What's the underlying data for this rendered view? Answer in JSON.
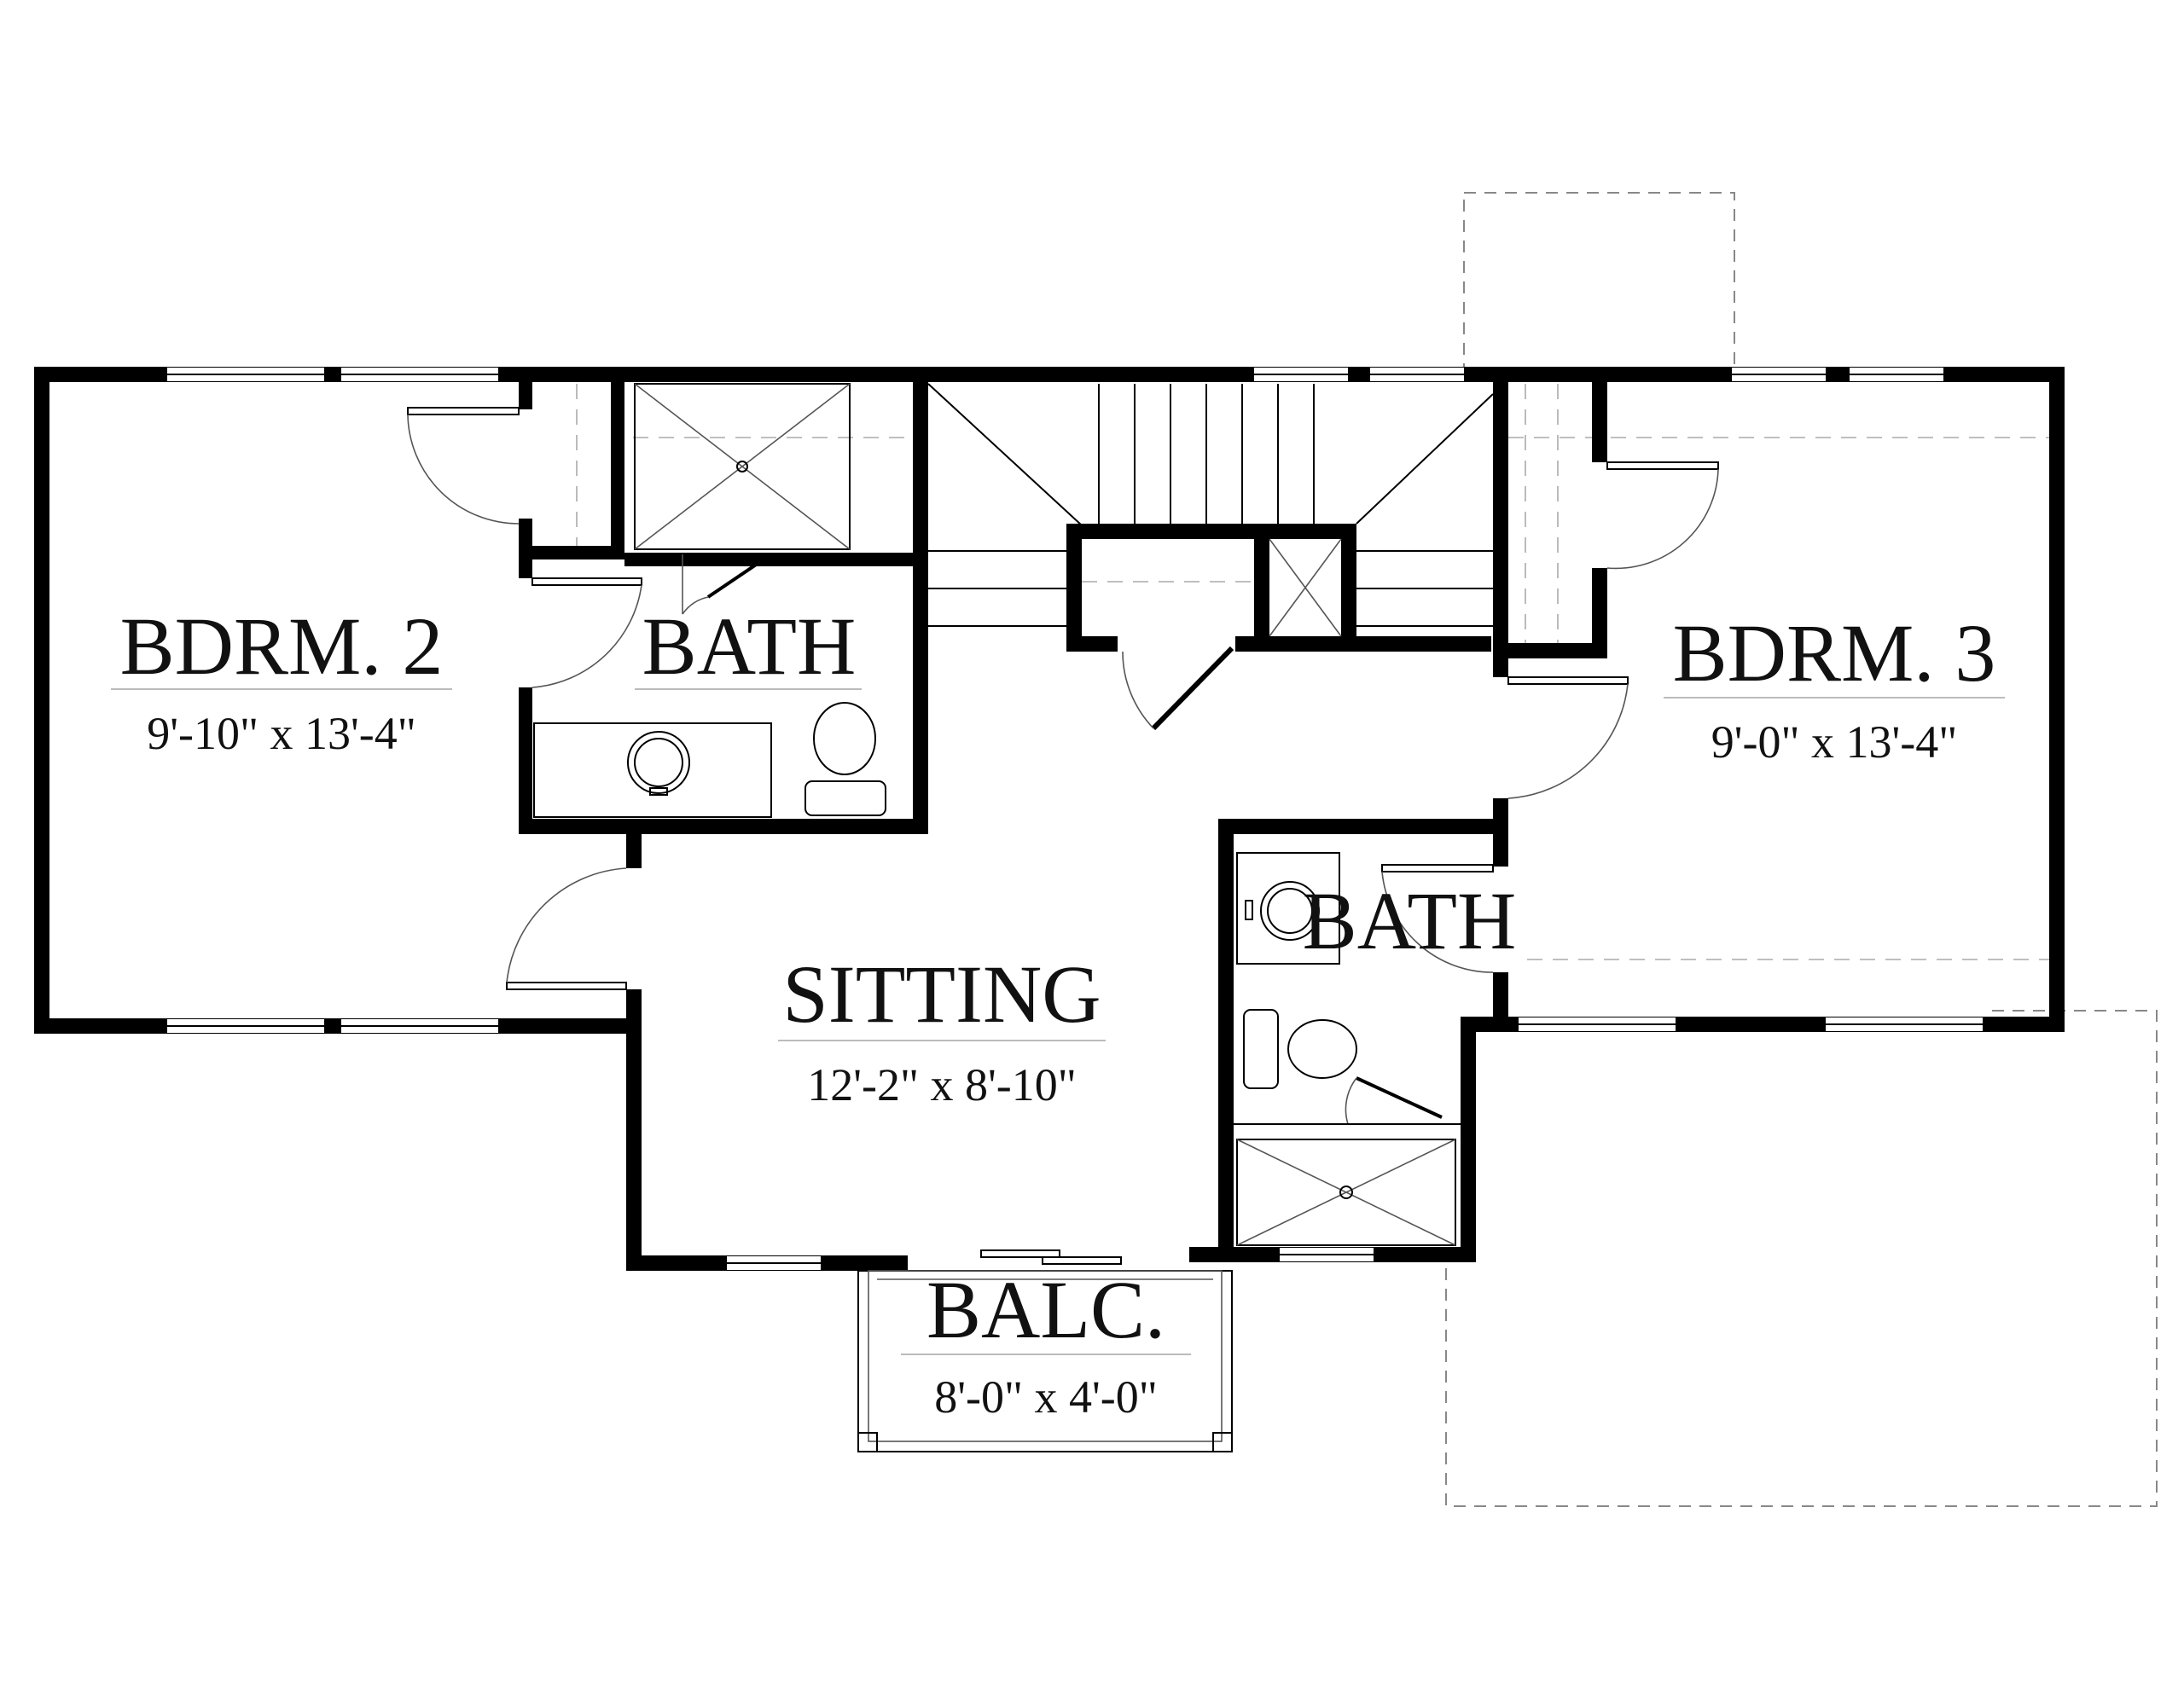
{
  "rooms": {
    "bdrm2": {
      "name": "BDRM. 2",
      "dims": "9'-10\" x 13'-4\""
    },
    "bath_left": {
      "name": "BATH"
    },
    "bdrm3": {
      "name": "BDRM. 3",
      "dims": "9'-0\" x 13'-4\""
    },
    "bath_right": {
      "name": "BATH"
    },
    "sitting": {
      "name": "SITTING",
      "dims": "12'-2\" x 8'-10\""
    },
    "balcony": {
      "name": "BALC.",
      "dims": "8'-0\" x 4'-0\""
    }
  },
  "colors": {
    "wall": "#000000",
    "background": "#ffffff",
    "fixture_line": "#555555",
    "dashed_outline": "#888888"
  }
}
